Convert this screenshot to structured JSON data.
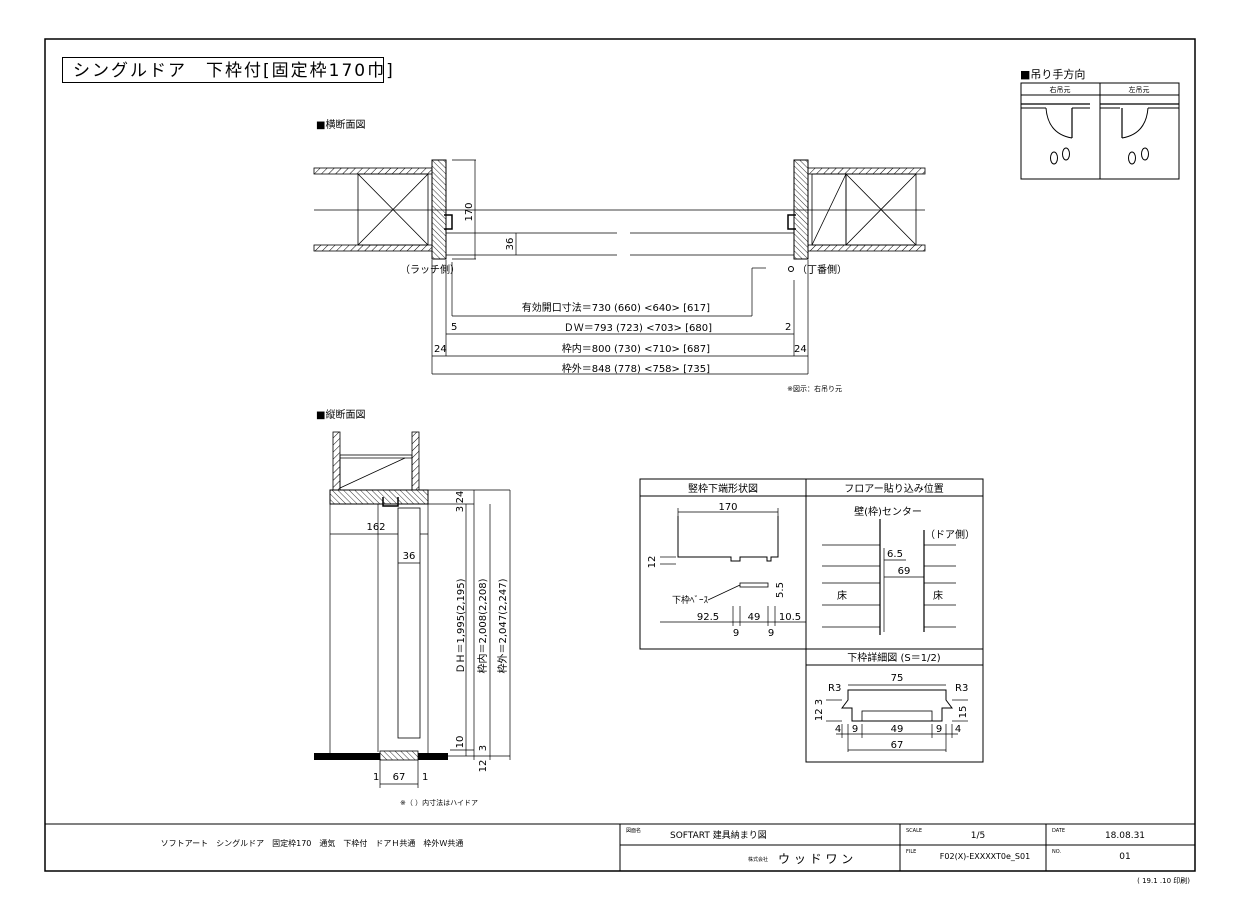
{
  "title": "シングルドア　下枠付[固定枠170巾]",
  "hanging": {
    "heading": "■吊り手方向",
    "right_label": "右吊元",
    "left_label": "左吊元"
  },
  "horizontal_section": {
    "heading": "■横断面図",
    "latch_label": "（ラッチ側）",
    "hinge_label": "（丁番側）",
    "frame_depth": "170",
    "door_thickness": "36",
    "dim_opening": "有効開口寸法＝730 (660) <640> [617]",
    "dim_dw": "ＤＷ＝793 (723) <703> [680]",
    "dim_inner": "枠内＝800 (730) <710> [687]",
    "dim_outer": "枠外＝848 (778) <758> [735]",
    "gap_left": "5",
    "gap_right": "2",
    "frame_left": "24",
    "frame_right": "24",
    "note": "※図示：右吊り元"
  },
  "vertical_section": {
    "heading": "■縦断面図",
    "d162": "162",
    "d36": "36",
    "d3": "3",
    "d24": "24",
    "dh": "ＤＨ＝1,995(2,195)",
    "inner": "枠内＝2,008(2,208)",
    "outer": "枠外＝2,047(2,247)",
    "d10": "10",
    "d3b": "3",
    "d12": "12",
    "d67": "67",
    "d1a": "1",
    "d1b": "1",
    "note": "※（ ）内寸法はハイドア"
  },
  "detail_frame_shape": {
    "heading": "竪枠下端形状図",
    "d170": "170",
    "d12": "12",
    "base_label": "下枠ﾍﾞｰｽ",
    "d5_5": "5.5",
    "d92_5": "92.5",
    "d49": "49",
    "d10_5": "10.5",
    "d9a": "9",
    "d9b": "9"
  },
  "detail_floor": {
    "heading": "フロアー貼り込み位置",
    "center_label": "壁(枠)センター",
    "door_side": "（ドア側）",
    "d6_5": "6.5",
    "d69": "69",
    "floor_left": "床",
    "floor_right": "床"
  },
  "detail_sill": {
    "heading": "下枠詳細図 (S＝1/2)",
    "d75": "75",
    "r_left": "R3",
    "r_right": "R3",
    "d12_3": "12 3",
    "d15": "15",
    "d4a": "4",
    "d9a": "9",
    "d49": "49",
    "d9b": "9",
    "d4b": "4",
    "d67": "67"
  },
  "footer": {
    "product": "ソフトアート　シングルドア　固定枠170　通気　下枠付　ドアＨ共通　枠外Ｗ共通",
    "label_drawing": "図面名",
    "drawing_name": "SOFTART 建具納まり図",
    "company_prefix": "株式会社",
    "company": "ウ ッ ド ワ ン",
    "label_scale": "SCALE",
    "scale": "1/5",
    "label_date": "DATE",
    "date": "18.08.31",
    "label_file": "FILE",
    "file": "F02(X)-EXXXXT0e_S01",
    "label_no": "NO.",
    "no": "01",
    "printed": "( 19.1 .10 印刷)"
  }
}
